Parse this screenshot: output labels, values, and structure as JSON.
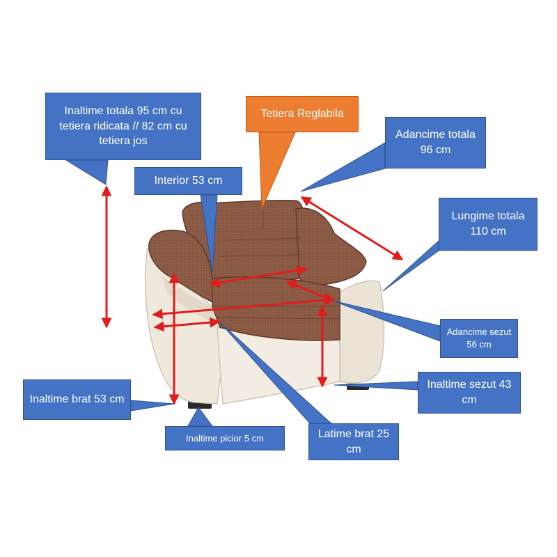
{
  "colors": {
    "callout_blue": "#4472c4",
    "callout_orange": "#ed7d31",
    "arrow_red": "#e21b1b",
    "upholstery_brown": "#8a5a44",
    "upholstery_cream": "#efe8dc"
  },
  "labels": {
    "inaltime_totala": "Inaltime totala 95 cm cu tetiera ridicata // 82 cm cu tetiera jos",
    "tetiera": "Tetiera Reglabila",
    "adancime_totala": "Adancime totala 96 cm",
    "interior": "Interior 53 cm",
    "lungime_totala": "Lungime totala 110 cm",
    "adancime_sezut": "Adancime sezut 56 cm",
    "inaltime_brat": "Inaltime brat 53 cm",
    "inaltime_sezut": "Inaltime sezut 43 cm",
    "inaltime_picior": "Inaltime picior 5 cm",
    "latime_brat": "Latime brat 25 cm"
  }
}
